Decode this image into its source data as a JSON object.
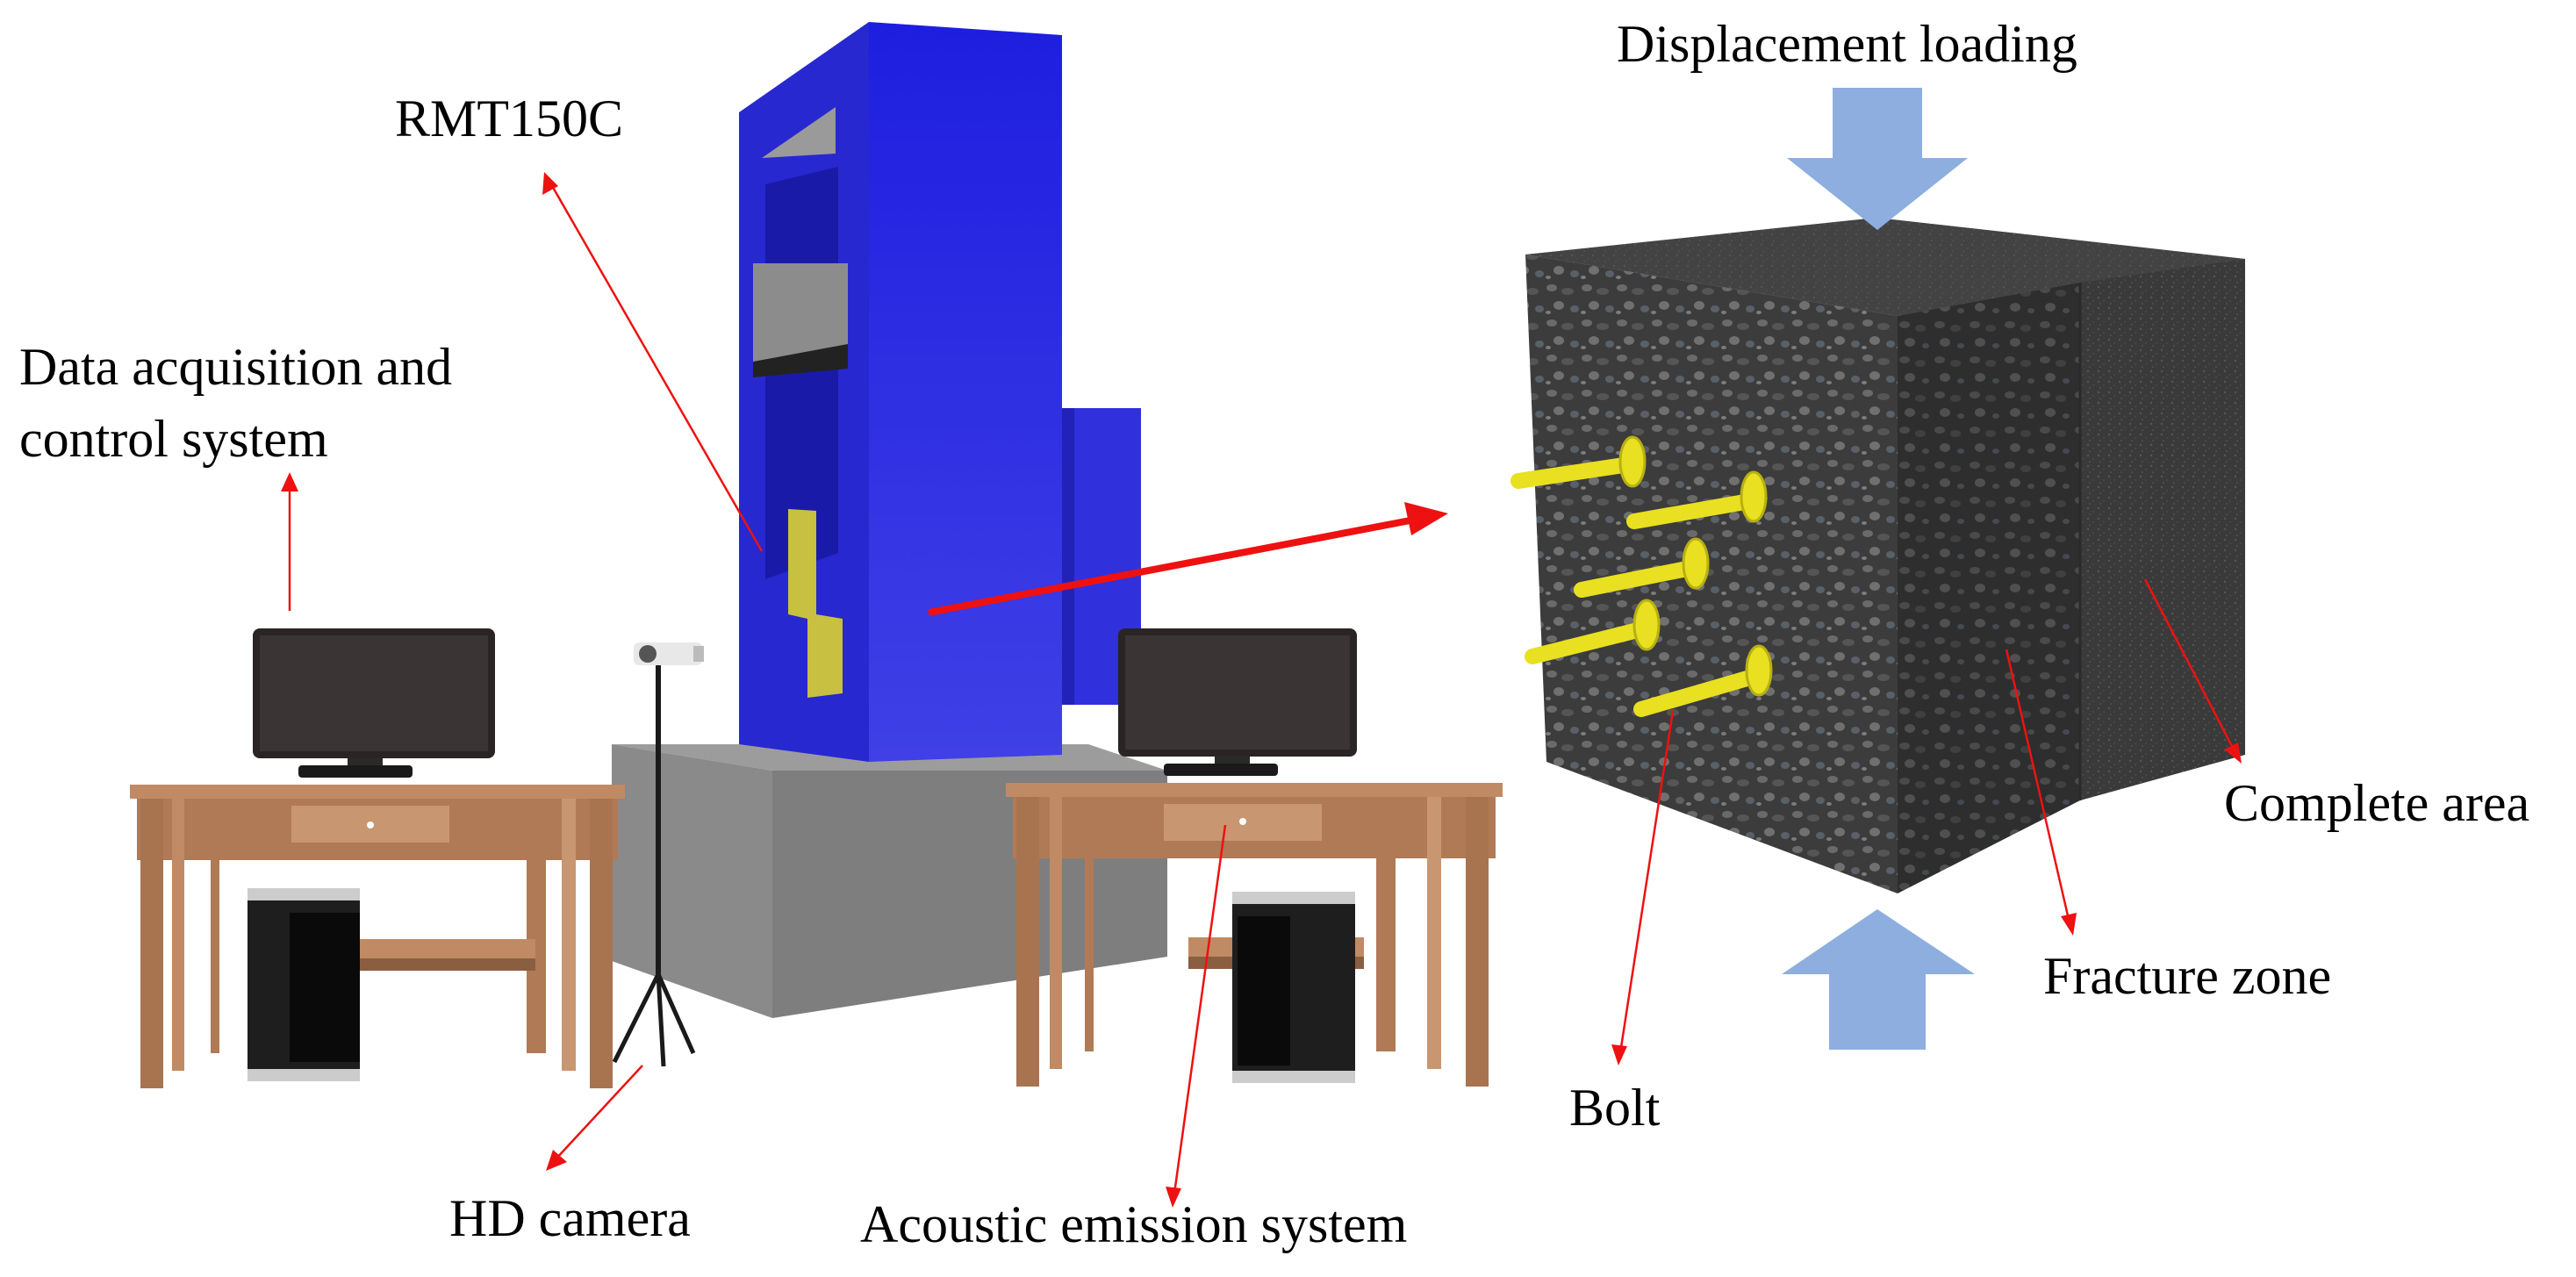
{
  "labels": {
    "displacement_loading": "Displacement loading",
    "rmt150c": "RMT150C",
    "data_acq_line1": "Data acquisition and",
    "data_acq_line2": "control system",
    "complete_area": "Complete area",
    "fracture_zone": "Fracture zone",
    "bolt": "Bolt",
    "hd_camera": "HD camera",
    "acoustic_emission": "Acoustic emission system"
  },
  "colors": {
    "machine_blue": "#2a2ad8",
    "arrow_red": "#ee1111",
    "load_arrow": "#8eaee0",
    "desk_wood": "#c08a64",
    "base_gray": "#8c8c8c",
    "bolt_yellow": "#e8e020",
    "rock_dark": "#3a3a3a"
  }
}
